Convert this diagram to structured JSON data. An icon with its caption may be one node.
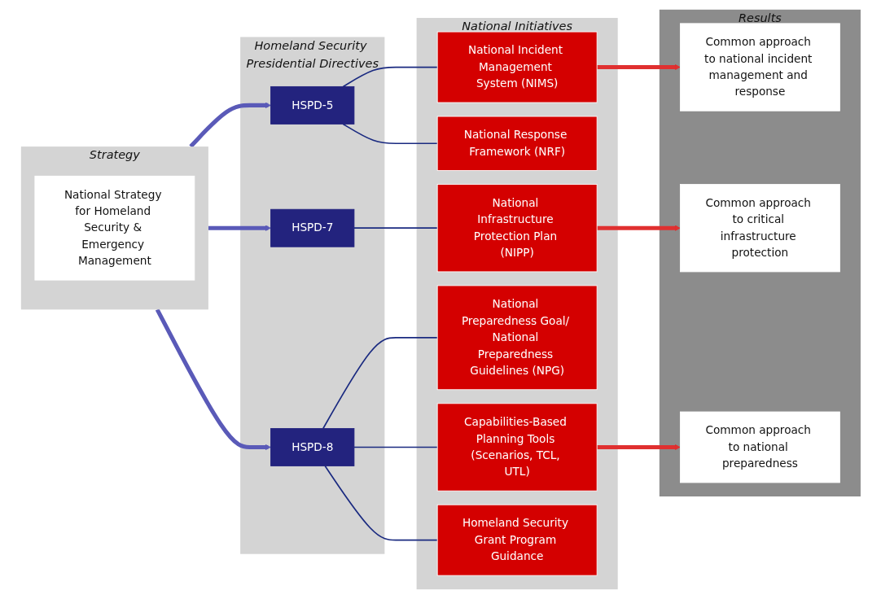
{
  "diagram": {
    "nodes": [
      {
        "text": [
          "Strategy"
        ]
      },
      {
        "text": [
          "National Strategy for Homeland Security & Emergency Management"
        ],
        "in": 0
      },
      {
        "text": [
          "Homeland Security Presidential Directives"
        ]
      },
      {
        "text": [
          "HSPD-5"
        ],
        "in": 2
      },
      {
        "text": [
          "HSPD-7"
        ],
        "in": 2
      },
      {
        "text": [
          "HSPD-8"
        ],
        "in": 2
      },
      {
        "text": [
          "National Initiatives"
        ]
      },
      {
        "text": [
          "National Incident Management System (NIMS)"
        ],
        "in": 6
      },
      {
        "text": [
          "National Response Framework (NRF)"
        ],
        "in": 6
      },
      {
        "text": [
          "National Infrastructure Protection Plan (NIPP)"
        ],
        "in": 6
      },
      {
        "text": [
          "National Preparedness Goal/ National Preparedness Guidelines (NPG)"
        ],
        "in": 6
      },
      {
        "text": [
          "Capabilities-Based Planning Tools (Scenarios, TCL, UTL)"
        ],
        "in": 6
      },
      {
        "text": [
          "Homeland Security Grant Program Guidance"
        ],
        "in": 6
      },
      {
        "text": [
          "Results"
        ]
      },
      {
        "text": [
          "Common approach to national incident management and response"
        ],
        "in": 13
      },
      {
        "text": [
          "Common approach to critical infrastructure protection"
        ],
        "in": 13
      },
      {
        "text": [
          "Common approach to national preparedness"
        ],
        "in": 13
      }
    ],
    "edges": [
      {
        "from": 0,
        "to": 3,
        "arrow": "to",
        "style": "thick",
        "color": "#5a5ab8"
      },
      {
        "from": 0,
        "to": 4,
        "arrow": "to",
        "style": "thick",
        "color": "#5a5ab8"
      },
      {
        "from": 0,
        "to": 5,
        "arrow": "to",
        "style": "thick",
        "color": "#5a5ab8"
      },
      {
        "from": 3,
        "to": 7,
        "arrow": "none"
      },
      {
        "from": 3,
        "to": 8,
        "arrow": "none"
      },
      {
        "from": 4,
        "to": 9,
        "arrow": "none"
      },
      {
        "from": 5,
        "to": 10,
        "arrow": "none"
      },
      {
        "from": 5,
        "to": 11,
        "arrow": "none"
      },
      {
        "from": 5,
        "to": 12,
        "arrow": "none"
      },
      {
        "from": 7,
        "to": 14,
        "arrow": "to",
        "style": "thick",
        "color": "#e03030"
      },
      {
        "from": 9,
        "to": 15,
        "arrow": "to",
        "style": "thick",
        "color": "#e03030"
      },
      {
        "from": 11,
        "to": 16,
        "arrow": "to",
        "style": "thick",
        "color": "#e03030"
      }
    ]
  }
}
